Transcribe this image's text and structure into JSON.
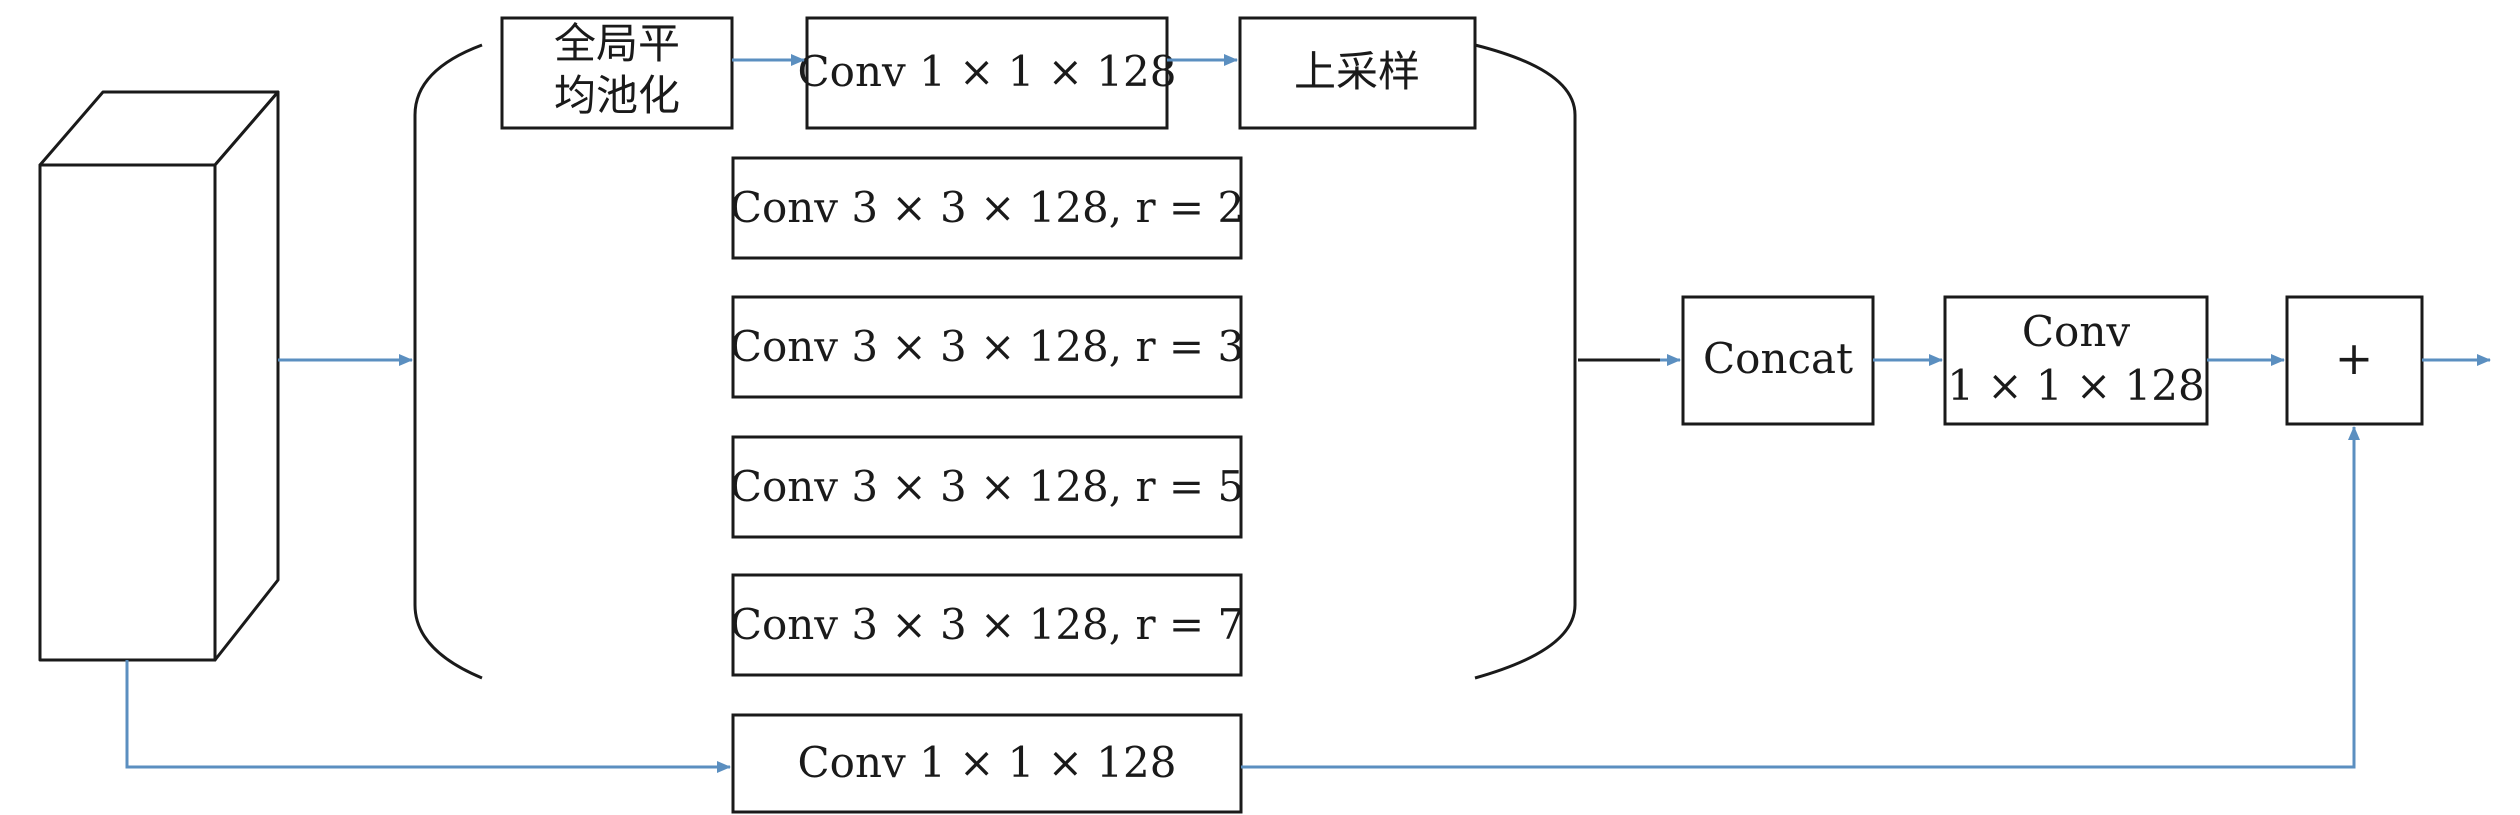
{
  "nodes": {
    "gap": {
      "line1": "全局平",
      "line2": "均池化"
    },
    "conv_pool": {
      "label": "Conv 1 × 1 × 128"
    },
    "upsample": {
      "label": "上采样"
    },
    "atrous_r2": {
      "label": "Conv 3 × 3 × 128, r = 2"
    },
    "atrous_r3": {
      "label": "Conv 3 × 3 × 128, r = 3"
    },
    "atrous_r5": {
      "label": "Conv 3 × 3 × 128, r = 5"
    },
    "atrous_r7": {
      "label": "Conv 3 × 3 × 128, r = 7"
    },
    "shortcut_conv": {
      "label": "Conv 1 × 1 × 128"
    },
    "concat": {
      "label": "Concat"
    },
    "fuse_conv": {
      "line1": "Conv",
      "line2": "1 × 1 × 128"
    },
    "add": {
      "label": "+"
    }
  },
  "colors": {
    "arrow": "#5b8fc0",
    "stroke": "#1a1a1a"
  }
}
